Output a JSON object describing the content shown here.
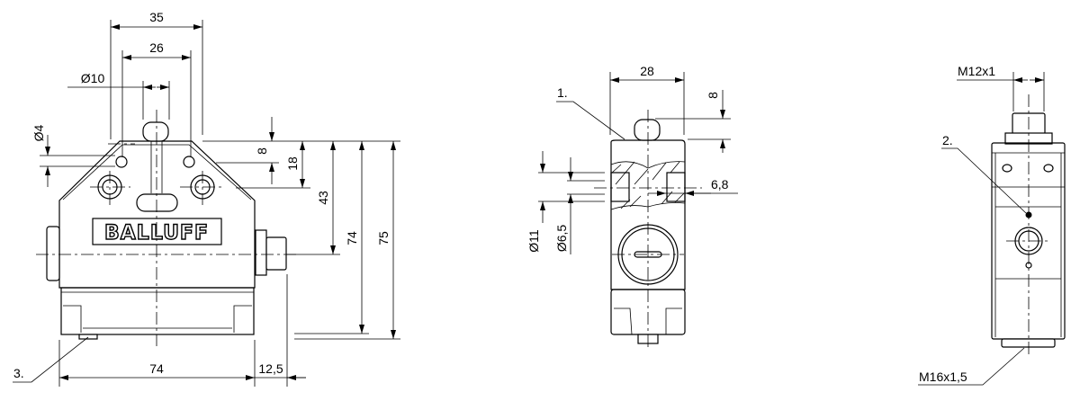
{
  "drawing": {
    "brand_logo": "BALLUFF",
    "front_view": {
      "dims": {
        "w35": "35",
        "w26": "26",
        "d10": "Ø10",
        "d4": "Ø4",
        "h8": "8",
        "h18": "18",
        "h43": "43",
        "h74": "74",
        "h75": "75",
        "w74": "74",
        "w12_5": "12,5"
      },
      "callout": "3."
    },
    "side_view": {
      "dims": {
        "w28": "28",
        "h8": "8",
        "d11": "Ø11",
        "d6_5": "Ø6,5",
        "w6_8": "6,8"
      },
      "callout": "1."
    },
    "rear_view": {
      "thread_top": "M12x1",
      "thread_bottom": "M16x1,5",
      "callout": "2."
    }
  }
}
